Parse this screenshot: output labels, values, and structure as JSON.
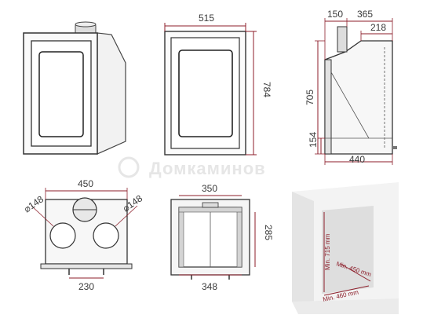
{
  "watermark": "Домкаминов",
  "front_view": {
    "width": "515",
    "height": "784"
  },
  "side_view": {
    "flue_offset": "150",
    "total_depth_top": "365",
    "top_depth": "218",
    "height": "705",
    "base_height": "154",
    "bottom_depth": "440"
  },
  "top_view": {
    "width": "450",
    "flue_left": "⌀148",
    "flue_right": "⌀148",
    "bottom_width": "230"
  },
  "section_view": {
    "width_top": "350",
    "height": "285",
    "width_bottom": "348"
  },
  "install_view": {
    "min_height": "Min. 715 mm",
    "min_depth": "Min. 450 mm",
    "min_width": "Min. 460 mm"
  },
  "colors": {
    "dimension_red": "#8c1e2a",
    "line_dark": "#2f2f2f",
    "fill_light": "#ececec",
    "fill_mid": "#d6d6d6"
  }
}
